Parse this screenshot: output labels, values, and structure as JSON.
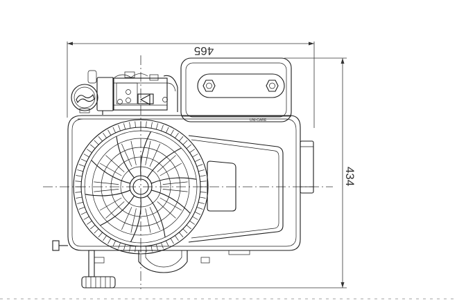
{
  "drawing": {
    "dim_width_label": "465",
    "dim_height_label": "434",
    "plate_marking": "UNI-CARE"
  },
  "colors": {
    "line": "#1a1a1a",
    "dimension": "#333333",
    "border": "#b3b3b3",
    "background": "#ffffff"
  }
}
